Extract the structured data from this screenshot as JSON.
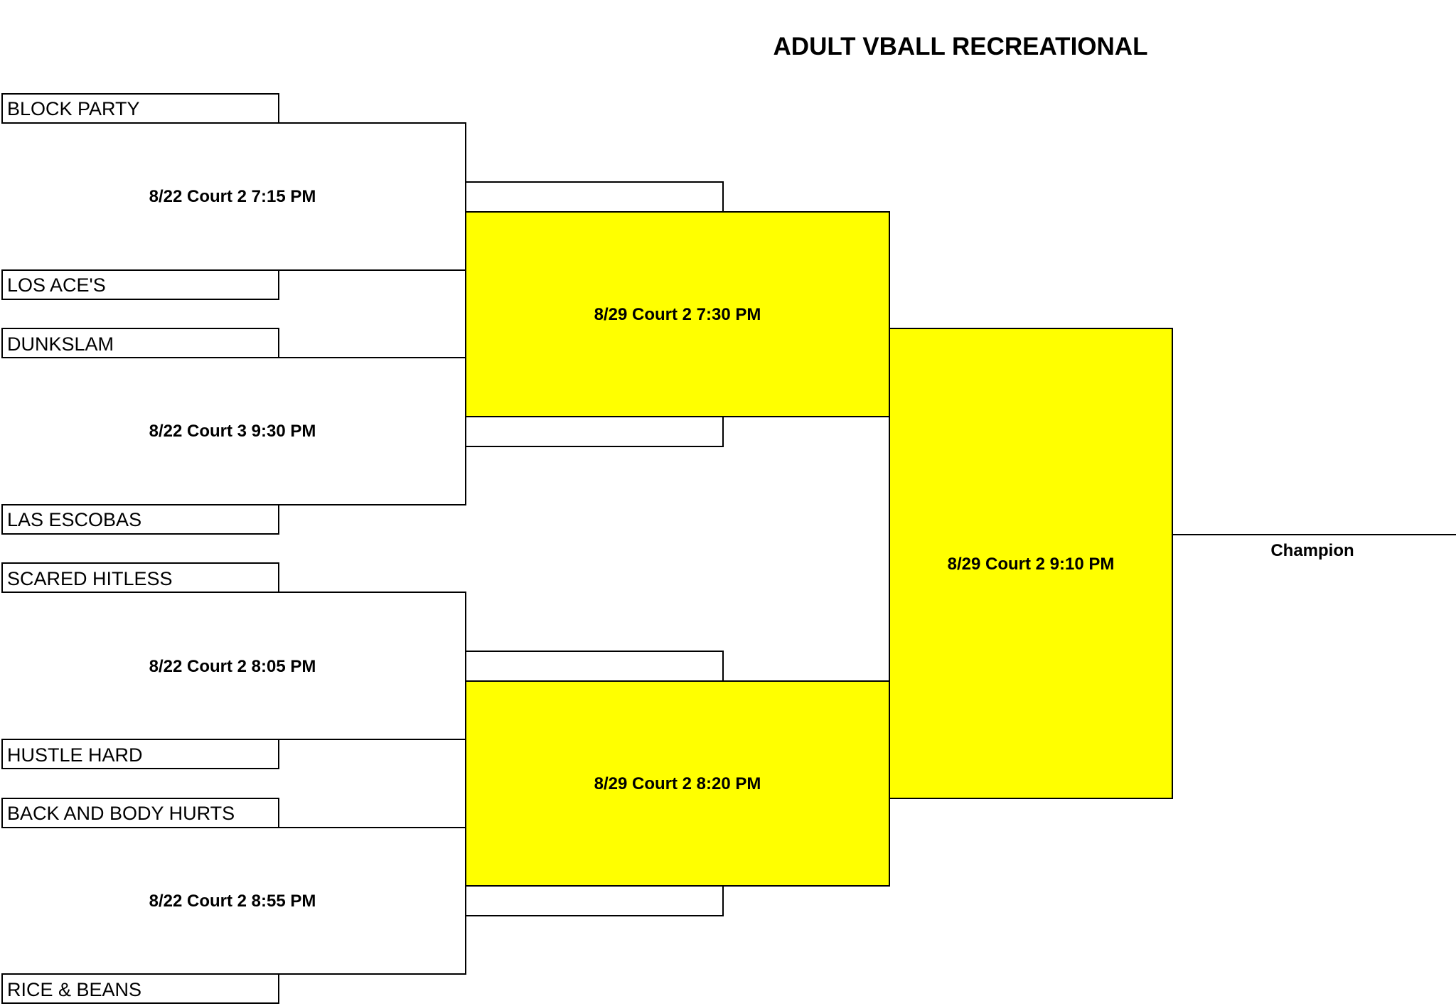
{
  "title": "ADULT VBALL RECREATIONAL",
  "highlight_color": "#ffff00",
  "line_color": "#000000",
  "round1": [
    {
      "team_top": "BLOCK PARTY",
      "team_bottom": "LOS ACE'S",
      "game": "8/22 Court 2 7:15 PM"
    },
    {
      "team_top": "DUNKSLAM",
      "team_bottom": "LAS ESCOBAS",
      "game": "8/22 Court 3 9:30 PM"
    },
    {
      "team_top": "SCARED HITLESS",
      "team_bottom": "HUSTLE HARD",
      "game": "8/22 Court 2 8:05 PM"
    },
    {
      "team_top": "BACK AND BODY HURTS",
      "team_bottom": "RICE & BEANS",
      "game": "8/22 Court 2 8:55 PM"
    }
  ],
  "round2": [
    {
      "game": "8/29 Court 2 7:30 PM"
    },
    {
      "game": "8/29 Court 2 8:20 PM"
    }
  ],
  "final": {
    "game": "8/29 Court 2 9:10 PM"
  },
  "champion_label": "Champion"
}
